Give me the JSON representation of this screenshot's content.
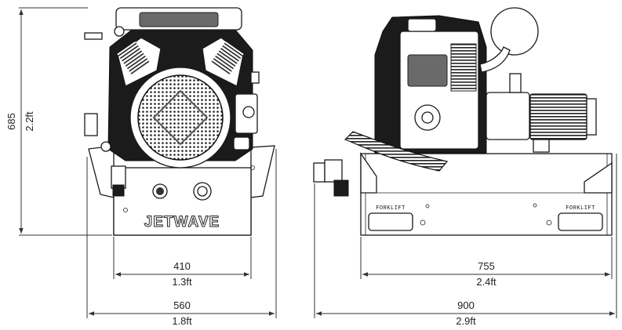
{
  "front_view": {
    "brand_label": "JETWAVE",
    "height_dim": {
      "value": "685",
      "unit": "2.2ft"
    },
    "inner_width_dim": {
      "value": "410",
      "unit": "1.3ft"
    },
    "overall_width_dim": {
      "value": "560",
      "unit": "1.8ft"
    }
  },
  "side_view": {
    "plate_left": "FORKLIFT",
    "plate_right": "FORKLIFT",
    "inner_length_dim": {
      "value": "755",
      "unit": "2.4ft"
    },
    "overall_length_dim": {
      "value": "900",
      "unit": "2.9ft"
    }
  }
}
